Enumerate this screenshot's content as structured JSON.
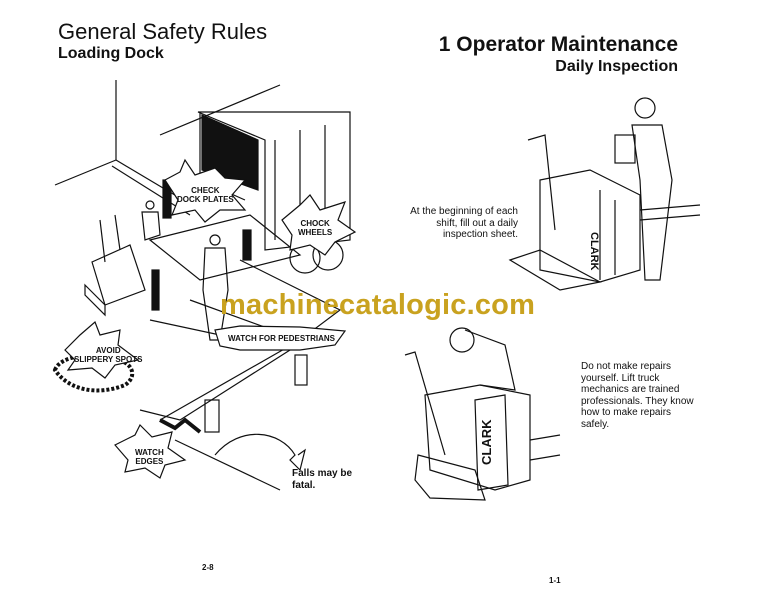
{
  "left_page": {
    "title": "General Safety Rules",
    "subtitle": "Loading Dock",
    "callouts": {
      "dock_plates": [
        "CHECK",
        "DOCK PLATES"
      ],
      "chock_wheels": [
        "CHOCK",
        "WHEELS"
      ],
      "pedestrians": "WATCH FOR PEDESTRIANS",
      "slippery": [
        "AVOID",
        "SLIPPERY SPOTS"
      ],
      "edges": [
        "WATCH",
        "EDGES"
      ]
    },
    "falls_note": [
      "Falls may be",
      "fatal."
    ],
    "page_number": "2-8"
  },
  "right_page": {
    "title": "1 Operator Maintenance",
    "subtitle": "Daily Inspection",
    "inspection_note": [
      "At the beginning of each",
      "shift, fill out a daily",
      "inspection sheet."
    ],
    "repairs_note": [
      "Do not make repairs",
      "yourself. Lift truck",
      "mechanics are trained",
      "professionals. They know",
      "how to make repairs",
      "safely."
    ],
    "brand_label": "CLARK",
    "page_number": "1-1"
  },
  "watermark": "machinecatalogic.com",
  "colors": {
    "watermark": "#c9a21f",
    "ink": "#111111"
  }
}
